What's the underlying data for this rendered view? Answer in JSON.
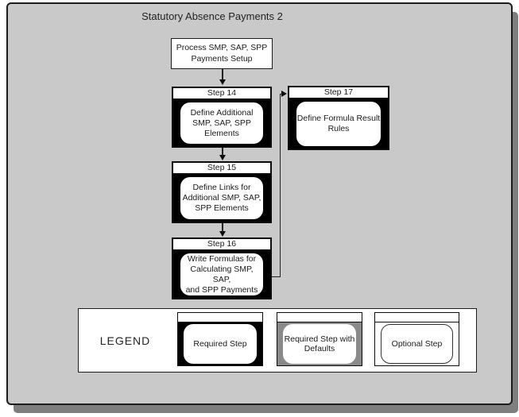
{
  "title": "Statutory Absence Payments 2",
  "flow": {
    "start": {
      "lines": [
        "Process SMP, SAP, SPP",
        "Payments Setup"
      ]
    },
    "steps": [
      {
        "header": "Step 14",
        "lines": [
          "Define Additional",
          "SMP, SAP, SPP",
          "Elements"
        ],
        "style": "required"
      },
      {
        "header": "Step 15",
        "lines": [
          "Define Links for",
          "Additional SMP, SAP,",
          "SPP Elements"
        ],
        "style": "required"
      },
      {
        "header": "Step 16",
        "lines": [
          "Write Formulas for",
          "Calculating SMP, SAP,",
          "and SPP Payments"
        ],
        "style": "required"
      },
      {
        "header": "Step 17",
        "lines": [
          "Define Formula Result",
          "Rules"
        ],
        "style": "required"
      }
    ]
  },
  "legend": {
    "label": "LEGEND",
    "items": [
      {
        "lines": [
          "Required Step"
        ],
        "style": "required",
        "fill": "#000000"
      },
      {
        "lines": [
          "Required Step with",
          "Defaults"
        ],
        "style": "required-with-defaults",
        "fill": "#8a8a8a"
      },
      {
        "lines": [
          "Optional Step"
        ],
        "style": "optional",
        "fill": "#ffffff"
      }
    ]
  },
  "colors": {
    "panel_bg": "#c9c9c9",
    "panel_shadow": "#7e7e7e",
    "box_border": "#0c0c0c",
    "required_fill": "#000000",
    "defaults_fill": "#8a8a8a",
    "optional_fill": "#ffffff"
  }
}
